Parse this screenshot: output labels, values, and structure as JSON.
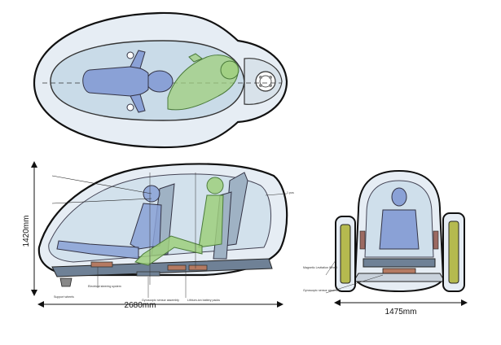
{
  "dimensions": {
    "length": "2680mm",
    "height": "1420mm",
    "width": "1475mm"
  },
  "callouts": {
    "side_top_right": "1 pos",
    "side_bottom_1": "Electrical steering system",
    "side_bottom_2": "Gyroscopic sensor assembly",
    "side_bottom_3": "Lithium-ion battery packs",
    "side_bottom_left": "Support wheels",
    "front_1": "Magnetic Levitation Wheel",
    "front_2": "Gyroscopic sensor assembly"
  },
  "colors": {
    "body_fill": "#e6edf4",
    "canopy_fill": "#c9dbe8",
    "wheel_fill": "#b5ba4f",
    "arm_fill": "#9c6a62",
    "driver_fill": "#8aa1d6",
    "passenger_fill": "#9fcf7e"
  }
}
